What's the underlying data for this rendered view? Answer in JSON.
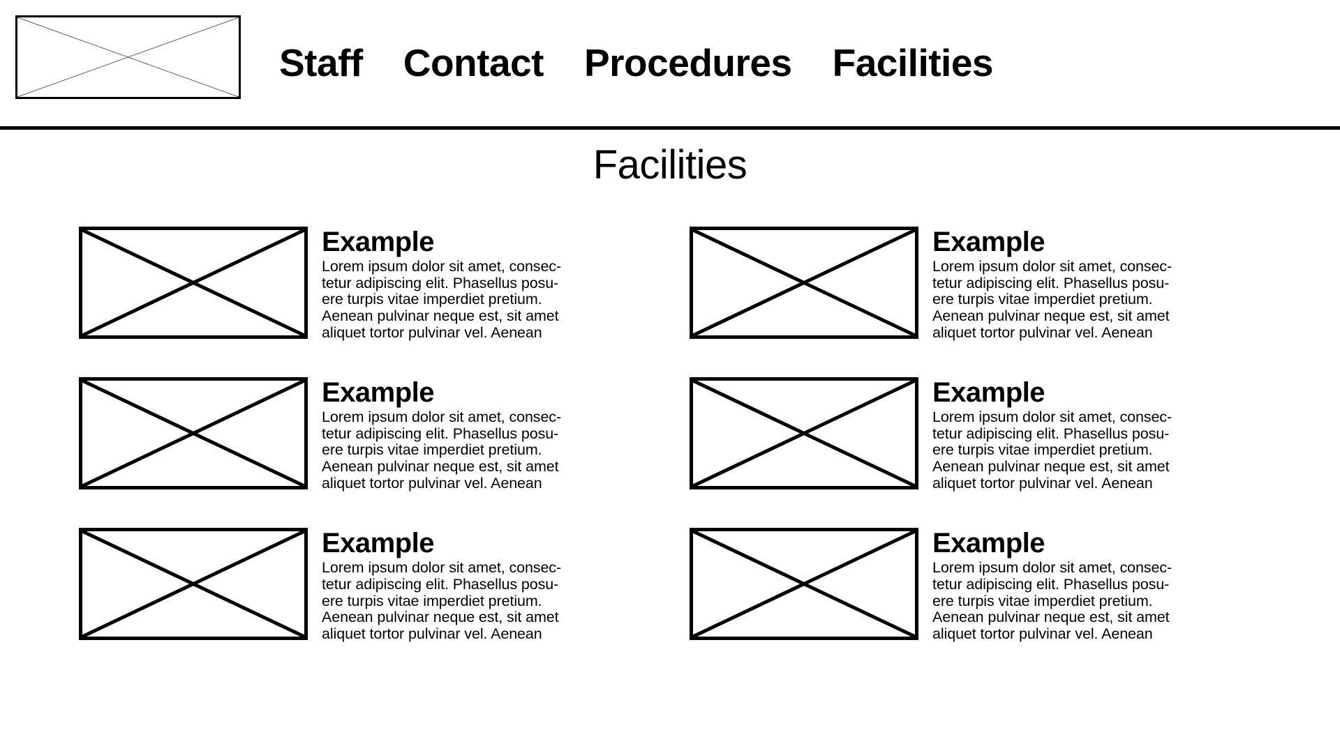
{
  "header": {
    "logo": {
      "name": "logo-placeholder",
      "alt": "placeholder-image-box"
    },
    "nav": [
      {
        "label": "Staff"
      },
      {
        "label": "Contact"
      },
      {
        "label": "Procedures"
      },
      {
        "label": "Facilities"
      }
    ]
  },
  "main": {
    "page_title": "Facilities",
    "cards": [
      {
        "title": "Example",
        "lines": [
          "Lorem ipsum dolor sit amet, consec-",
          "tetur adipiscing elit. Phasellus posu-",
          "ere turpis vitae imperdiet pretium.",
          "Aenean pulvinar neque est, sit amet",
          "aliquet tortor pulvinar vel. Aenean"
        ]
      },
      {
        "title": "Example",
        "lines": [
          "Lorem ipsum dolor sit amet, consec-",
          "tetur adipiscing elit. Phasellus posu-",
          "ere turpis vitae imperdiet pretium.",
          "Aenean pulvinar neque est, sit amet",
          "aliquet tortor pulvinar vel. Aenean"
        ]
      },
      {
        "title": "Example",
        "lines": [
          "Lorem ipsum dolor sit amet, consec-",
          "tetur adipiscing elit. Phasellus posu-",
          "ere turpis vitae imperdiet pretium.",
          "Aenean pulvinar neque est, sit amet",
          "aliquet tortor pulvinar vel. Aenean"
        ]
      },
      {
        "title": "Example",
        "lines": [
          "Lorem ipsum dolor sit amet, consec-",
          "tetur adipiscing elit. Phasellus posu-",
          "ere turpis vitae imperdiet pretium.",
          "Aenean pulvinar neque est, sit amet",
          "aliquet tortor pulvinar vel. Aenean"
        ]
      },
      {
        "title": "Example",
        "lines": [
          "Lorem ipsum dolor sit amet, consec-",
          "tetur adipiscing elit. Phasellus posu-",
          "ere turpis vitae imperdiet pretium.",
          "Aenean pulvinar neque est, sit amet",
          "aliquet tortor pulvinar vel. Aenean"
        ]
      },
      {
        "title": "Example",
        "lines": [
          "Lorem ipsum dolor sit amet, consec-",
          "tetur adipiscing elit. Phasellus posu-",
          "ere turpis vitae imperdiet pretium.",
          "Aenean pulvinar neque est, sit amet",
          "aliquet tortor pulvinar vel. Aenean"
        ]
      }
    ]
  },
  "colors": {
    "ink": "#000000",
    "background": "#ffffff"
  }
}
